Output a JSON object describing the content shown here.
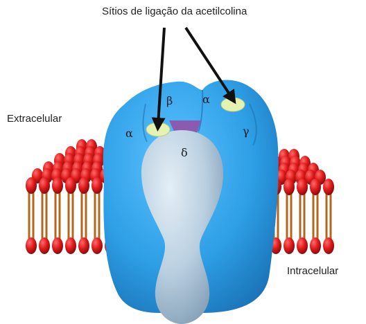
{
  "labels": {
    "title": "Sítios de ligação da acetilcolina",
    "extracellular": "Extracelular",
    "intracellular": "Intracelular"
  },
  "subunits": {
    "alpha_left": "α",
    "beta": "β",
    "alpha_right": "α",
    "gamma": "γ",
    "delta": "δ"
  },
  "colors": {
    "receptor": "#2e9fe6",
    "pore": "#b9cfe0",
    "binding_site": "#e6f2b0",
    "phospholipid_head": "#e01b1b",
    "lipid_tail": "#b5651d",
    "arrow": "#111111",
    "channel_gate": "#8a5bb0"
  }
}
